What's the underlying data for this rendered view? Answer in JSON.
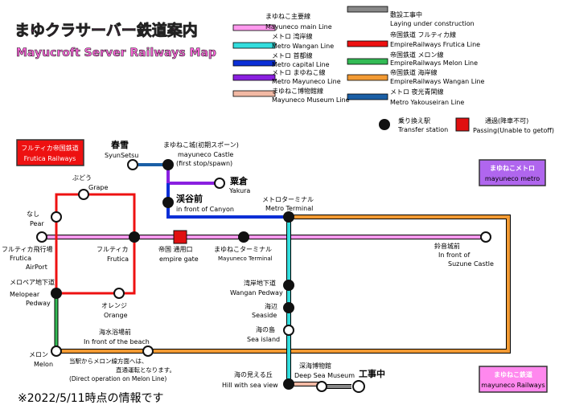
{
  "title": {
    "jp": "まゆクラサーバー鉄道案内",
    "en": "Mayucroft Server Railways Map"
  },
  "legend": {
    "lines": [
      {
        "jp": "まゆねこ主要線",
        "en": "Mayuneco main Line",
        "color": "#ff99ee"
      },
      {
        "jp": "メトロ 湾岸線",
        "en": "Metro Wangan Line",
        "color": "#33dddd"
      },
      {
        "jp": "メトロ 首都線",
        "en": "Metro capital Line",
        "color": "#0b2fd6"
      },
      {
        "jp": "メトロ まゆねこ線",
        "en": "Metro Mayuneco Line",
        "color": "#8a20e0"
      },
      {
        "jp": "まゆねこ博物館線",
        "en": "Mayuneco Museum Line",
        "color": "#f2b9a4"
      },
      {
        "jp": "敷設工事中",
        "en": "Laying under construction",
        "color": "#888888"
      },
      {
        "jp": "帝国鉄道 フルティカ線",
        "en": "EmpireRailways Frutica Line",
        "color": "#ee1111"
      },
      {
        "jp": "帝国鉄道 メロン線",
        "en": "EmpireRailways Melon Line",
        "color": "#33bb55"
      },
      {
        "jp": "帝国鉄道 海岸線",
        "en": "EmpireRailways Wangan Line",
        "color": "#f29a33"
      },
      {
        "jp": "メトロ 夜光青閑線",
        "en": "Metro Yakouseiran Line",
        "color": "#1a5fa6"
      }
    ],
    "transfer": {
      "jp": "乗り換え駅",
      "en": "Transfer station"
    },
    "passing": {
      "jp": "通過(降車不可)",
      "en": "Passing(Unable to getoff)"
    }
  },
  "badges": {
    "frutica": {
      "jp": "フルティカ帝国鉄道",
      "en": "Frutica Railways",
      "color": "#ee1111"
    },
    "metro": {
      "jp": "まゆねこメトロ",
      "en": "mayuneco metro",
      "color": "#b066ee"
    },
    "railways": {
      "jp": "まゆねこ鉄道",
      "en": "mayuneco Railways",
      "color": "#ff88ee"
    }
  },
  "stations": {
    "shunsetsu": {
      "jp": "春雪",
      "en": "SyunSetsu"
    },
    "castle": {
      "jp": "まゆねこ城(初期スポーン)",
      "en1": "mayuneco Castle",
      "en2": "(first stop/spawn)"
    },
    "yakura": {
      "jp": "粟倉",
      "en": "Yakura"
    },
    "canyon": {
      "jp": "渓谷前",
      "en": "in front of Canyon"
    },
    "metro_terminal": {
      "jp": "メトロターミナル",
      "en": "Metro Terminal"
    },
    "grape": {
      "jp": "ぶどう",
      "en": "Grape"
    },
    "pear": {
      "jp": "なし",
      "en": "Pear"
    },
    "frutica_airport": {
      "jp": "フルティカ飛行場",
      "en1": "Frutica",
      "en2": "AirPort"
    },
    "frutica": {
      "jp": "フルティカ",
      "en": "Frutica"
    },
    "empire_gate": {
      "jp": "帝国 通用口",
      "en": "empire gate"
    },
    "mayuneco_terminal": {
      "jp": "まゆねこターミナル",
      "en": "Mayuneco Terminal"
    },
    "suzune": {
      "jp": "鈴音城前",
      "en1": "In front of",
      "en2": "Suzune Castle"
    },
    "melopear": {
      "jp": "メロペア地下道",
      "en1": "Melopear",
      "en2": "Pedway"
    },
    "orange": {
      "jp": "オレンジ",
      "en": "Orange"
    },
    "wangan_pedway": {
      "jp": "湾岸地下道",
      "en": "Wangan Pedway"
    },
    "seaside": {
      "jp": "海辺",
      "en": "Seaside"
    },
    "sea_island": {
      "jp": "海の島",
      "en": "Sea island"
    },
    "beach": {
      "jp": "海水浴場前",
      "en": "In front of the beach"
    },
    "melon": {
      "jp": "メロン",
      "en": "Melon"
    },
    "hill_sea": {
      "jp": "海の見える丘",
      "en": "Hill with sea view"
    },
    "deep_sea": {
      "jp": "深海博物館",
      "en": "Deep Sea Museum"
    },
    "construction": {
      "jp": "工事中"
    }
  },
  "note": {
    "line1": "当駅からメロン線方面へは、",
    "line2": "直通運転となります。",
    "line3": "(Direct operation on Melon Line)"
  },
  "footer": "※2022/5/11時点の情報です"
}
